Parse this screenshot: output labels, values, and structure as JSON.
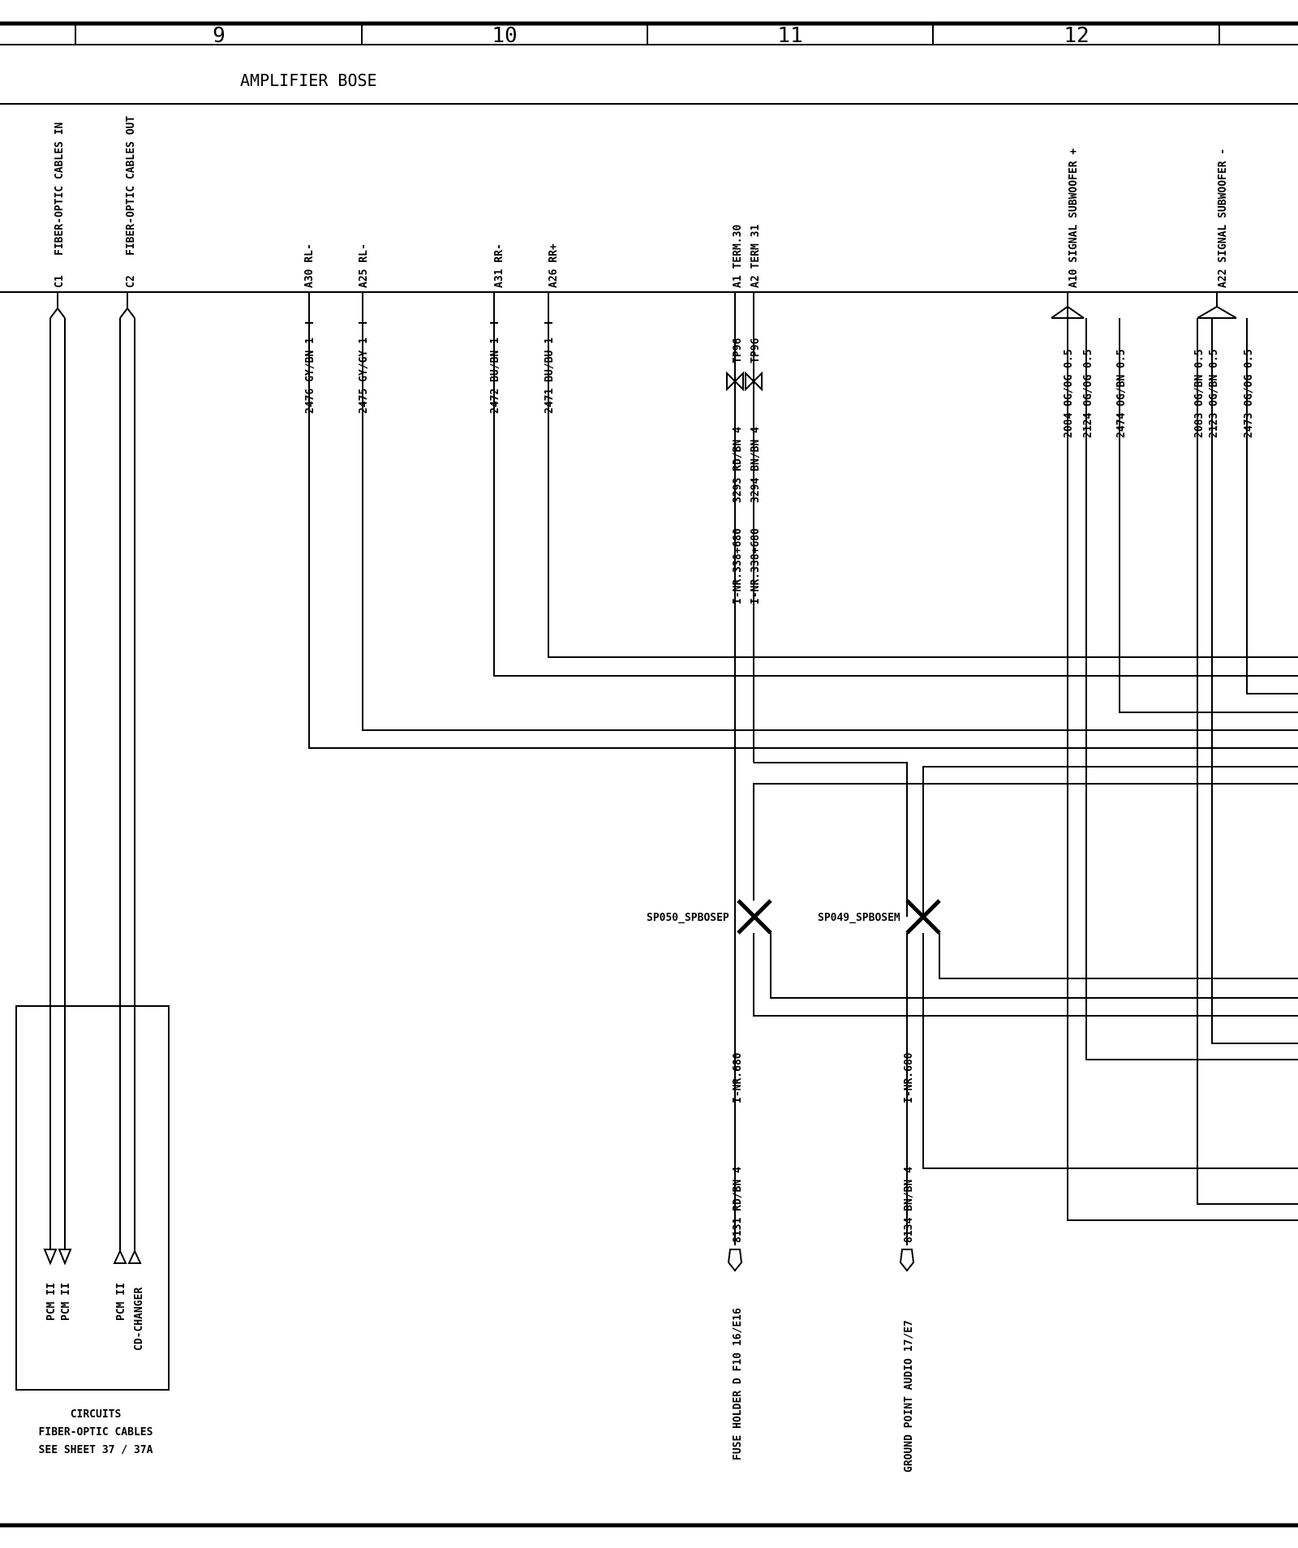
{
  "columns": [
    "9",
    "10",
    "11",
    "12"
  ],
  "header": {
    "title": "AMPLIFIER BOSE"
  },
  "connector_labels": {
    "c1": "C1",
    "c1_desc": "FIBER-OPTIC CABLES IN",
    "c2": "C2",
    "c2_desc": "FIBER-OPTIC CABLES OUT",
    "a30": "A30 RL-",
    "a25": "A25 RL-",
    "a31": "A31 RR-",
    "a26": "A26 RR+",
    "a1": "A1 TERM.30",
    "a2": "A2 TERM 31",
    "a10": "A10 SIGNAL SUBWOOFER +",
    "a22": "A22 SIGNAL SUBWOOFER -"
  },
  "wire_labels": {
    "w2476": "2476 GY/BN 1",
    "w2475": "2475 GY/GY 1",
    "w2472": "2472 BU/BN 1",
    "w2471": "2471 BU/BU 1",
    "tp96a": "TP96",
    "tp96b": "TP96",
    "w3293": "3293 RD/BN 4",
    "w3294": "3294 BN/BN 4",
    "inr1": "I-NR.338+680",
    "inr2": "I-NR.338+680",
    "w2084": "2084 OG/OG 0.5",
    "w2124": "2124 OG/OG 0.5",
    "w2474": "2474 OG/BN 0.5",
    "w2083": "2083 OG/BN 0.5",
    "w2123": "2123 OG/BN 0.5",
    "w2473": "2473 OG/OG 0.5",
    "inr680a": "I-NR.680",
    "inr680b": "I-NR.680",
    "w8131": "8131 RD/BN 4",
    "w8134": "8134 BN/BN 4"
  },
  "splices": {
    "sp050": "SP050_SPBOSEP",
    "sp049": "SP049_SPBOSEM"
  },
  "destinations": {
    "fuse": "FUSE HOLDER D F10 16/E16",
    "ground": "GROUND POINT AUDIO 17/E7"
  },
  "fiber_box": {
    "pcm1": "PCM II",
    "pcm2": "PCM II",
    "pcm3": "PCM II",
    "cdchanger": "CD-CHANGER",
    "note_line1": "CIRCUITS",
    "note_line2": "FIBER-OPTIC CABLES",
    "note_line3": "SEE SHEET 37 / 37A"
  }
}
